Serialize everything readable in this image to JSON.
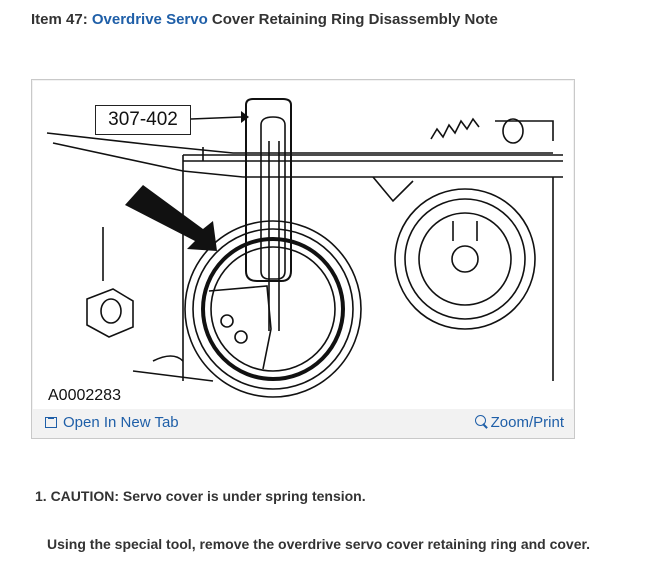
{
  "header": {
    "prefix": "Item 47: ",
    "link_text": "Overdrive Servo",
    "suffix": " Cover Retaining Ring Disassembly Note"
  },
  "figure": {
    "tool_label": "307-402",
    "figure_code": "A0002283",
    "open_tab_label": "Open In New Tab",
    "zoom_label": "Zoom/Print"
  },
  "instructions": {
    "step_1": "1. CAUTION: Servo cover is under spring tension.",
    "step_1_detail": "Using the special tool, remove the overdrive servo cover retaining ring and cover."
  }
}
